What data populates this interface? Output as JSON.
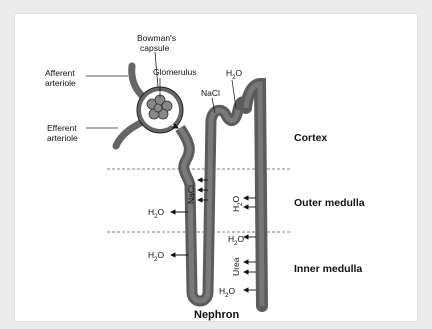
{
  "diagram": {
    "title": "Nephron",
    "zones": {
      "cortex": "Cortex",
      "outer_medulla": "Outer medulla",
      "inner_medulla": "Inner medulla"
    },
    "structures": {
      "bowmans_capsule_line1": "Bowman's",
      "bowmans_capsule_line2": "capsule",
      "glomerulus": "Glomerulus",
      "afferent_line1": "Afferent",
      "afferent_line2": "arteriole",
      "efferent_line1": "Efferent",
      "efferent_line2": "arteriole"
    },
    "flows": {
      "nacl_top": "NaCl",
      "h2o_top": "H",
      "nacl_ascending": "NaCl",
      "h2o_outer_right": "H",
      "h2o_outer_left": "H",
      "h2o_inner_left": "H",
      "h2o_inner_right": "H",
      "urea": "Urea",
      "h2o_bottom": "H",
      "subscript": "2",
      "oxygen": "O"
    }
  }
}
